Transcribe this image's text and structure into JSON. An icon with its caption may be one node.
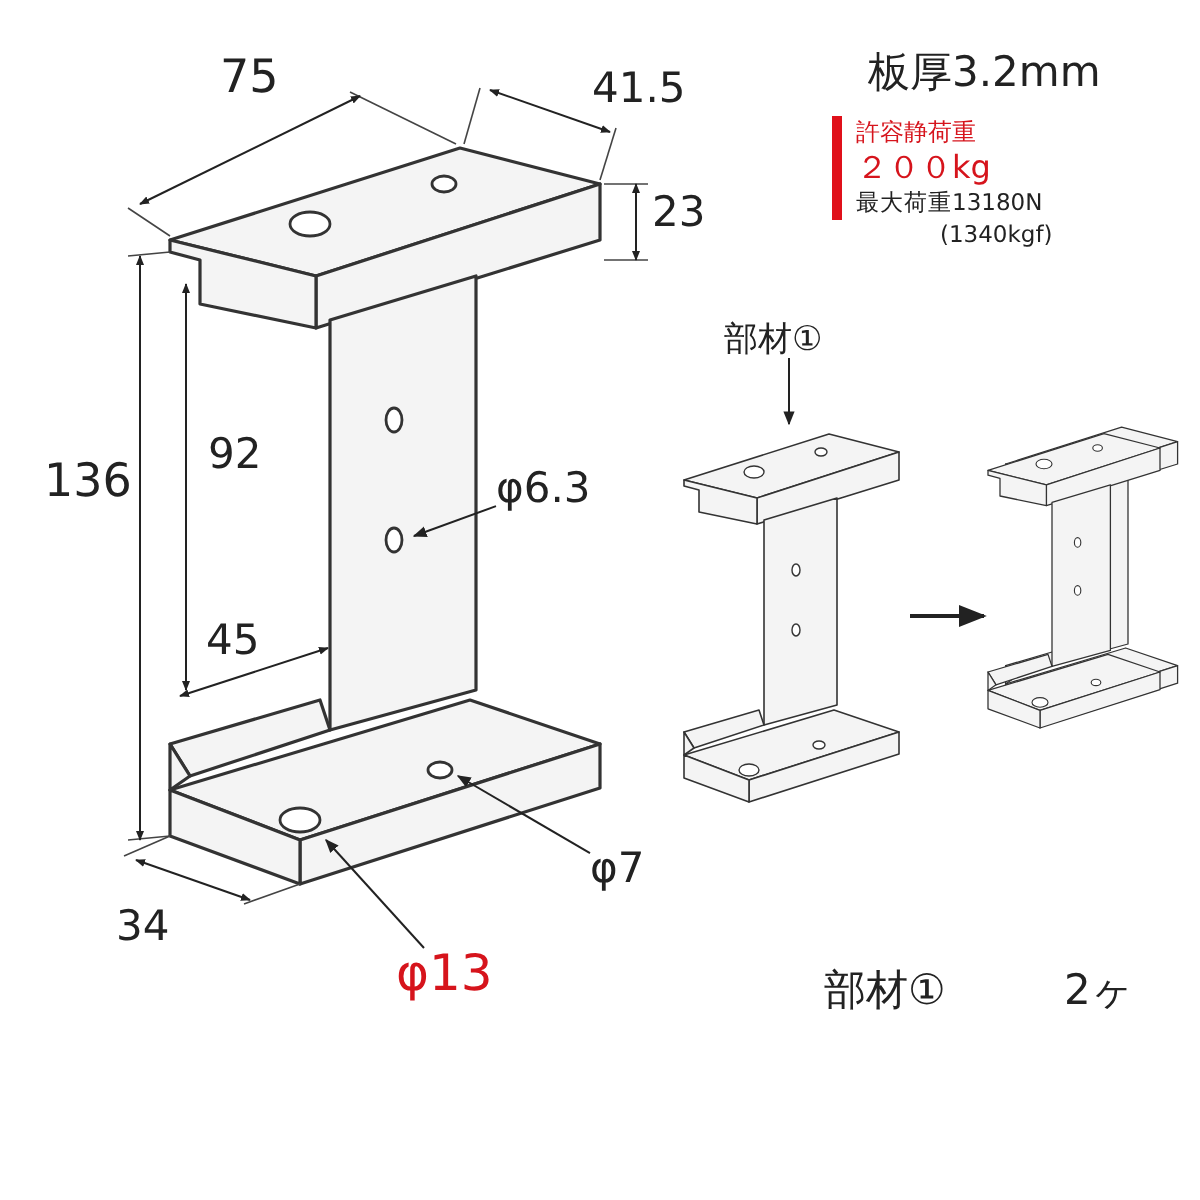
{
  "diagram": {
    "nodes": [
      {
        "text": [
          "部材①"
        ]
      },
      {
        "text": [],
        "shape": "picture"
      },
      {
        "text": [],
        "shape": "picture"
      },
      {
        "text": [
          "φ6.3"
        ]
      },
      {
        "text": [
          "φ7"
        ]
      },
      {
        "text": [
          "φ13"
        ]
      }
    ],
    "edges": [
      {
        "from": 0,
        "to": 1,
        "arrow": "to"
      },
      {
        "from": 1,
        "to": 2,
        "arrow": "to"
      },
      {
        "from": 3,
        "to": null,
        "arrow": "to"
      },
      {
        "from": 4,
        "to": null,
        "arrow": "to"
      },
      {
        "from": 5,
        "to": null,
        "arrow": "to"
      }
    ],
    "labels": [
      "75",
      "41.5",
      "23",
      "136",
      "92",
      "45",
      "34",
      "板厚3.2mm",
      "許容静荷重",
      "２００kg",
      "最大荷重13180N",
      "(1340kgf)",
      "部材①",
      "2ヶ"
    ]
  }
}
